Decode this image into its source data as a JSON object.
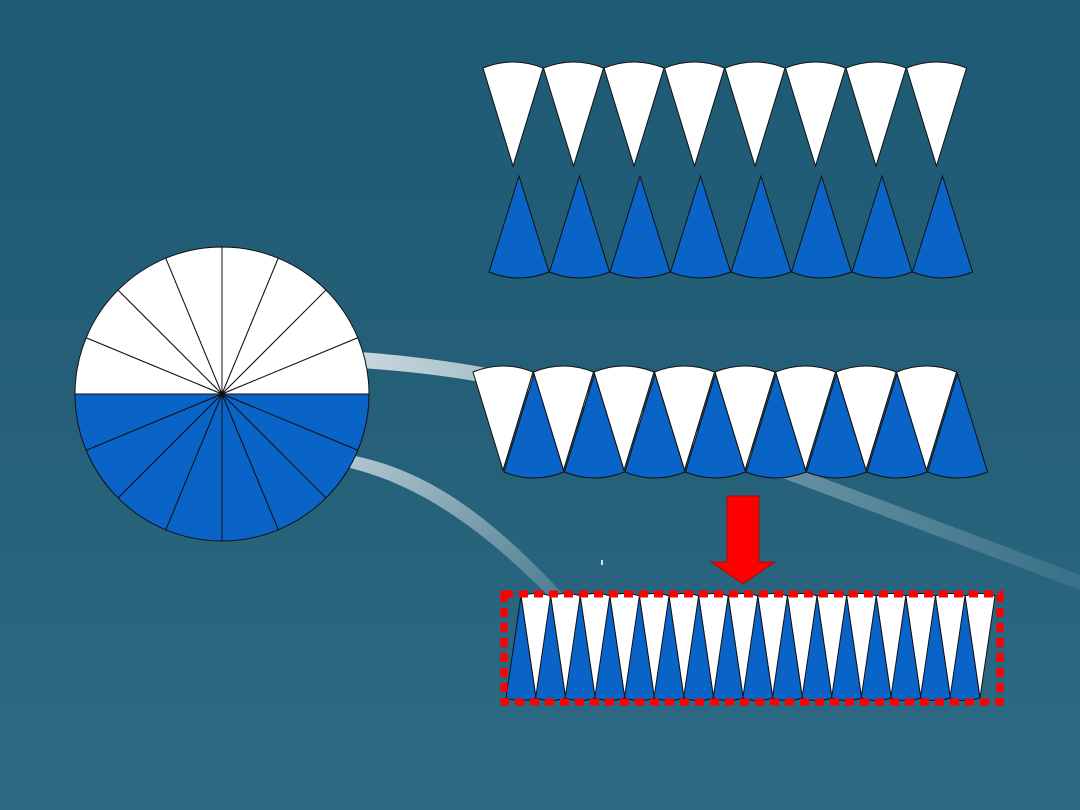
{
  "slide": {
    "background": "#225f77",
    "fill_colors": {
      "light": "#ffffff",
      "dark": "#0a64c8",
      "outline": "#111111",
      "highlight": "#ff0000"
    }
  },
  "circle": {
    "sector_count": 16,
    "white_half": "top",
    "blue_half": "bottom"
  },
  "rows": {
    "white_row_count": 8,
    "blue_row_count": 8,
    "interleaved_pairs": 8,
    "rearranged_pairs": 16
  },
  "arrow": {
    "icon": "down-arrow-icon",
    "color": "#ff0000"
  },
  "highlight_box": {
    "style": "dashed",
    "color": "#ff0000"
  }
}
